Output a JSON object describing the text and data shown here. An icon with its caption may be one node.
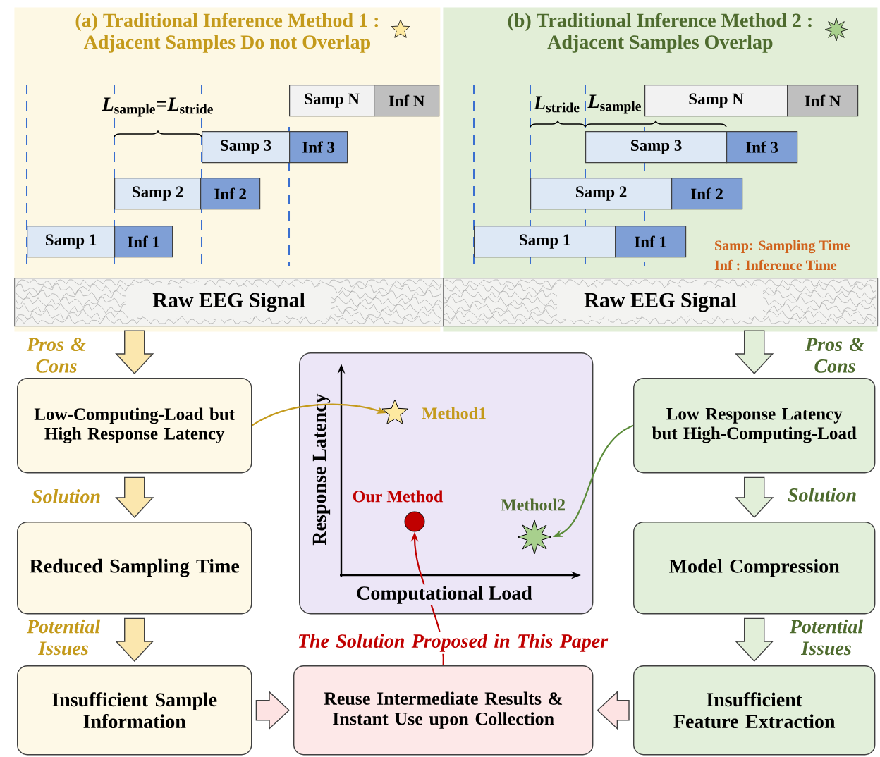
{
  "diagram": {
    "nodes": [
      {
        "text": [
          "(a) Traditional Inference Method 1 : Adjacent Samples Do not Overlap"
        ]
      },
      {
        "text": [
          "Samp N"
        ],
        "in": 0
      },
      {
        "text": [
          "Inf N"
        ],
        "in": 0
      },
      {
        "text": [
          "Samp 3"
        ],
        "in": 0
      },
      {
        "text": [
          "Inf 3"
        ],
        "in": 0
      },
      {
        "text": [
          "Samp 2"
        ],
        "in": 0
      },
      {
        "text": [
          "Inf 2"
        ],
        "in": 0
      },
      {
        "text": [
          "Samp 1"
        ],
        "in": 0
      },
      {
        "text": [
          "Inf 1"
        ],
        "in": 0
      },
      {
        "text": [
          "Raw EEG Signal"
        ],
        "in": 0
      },
      {
        "text": [
          "(b) Traditional Inference Method 2 : Adjacent Samples Overlap"
        ]
      },
      {
        "text": [
          "Samp N"
        ],
        "in": 10
      },
      {
        "text": [
          "Inf N"
        ],
        "in": 10
      },
      {
        "text": [
          "Samp 3"
        ],
        "in": 10
      },
      {
        "text": [
          "Inf 3"
        ],
        "in": 10
      },
      {
        "text": [
          "Samp 2"
        ],
        "in": 10
      },
      {
        "text": [
          "Inf 2"
        ],
        "in": 10
      },
      {
        "text": [
          "Samp 1"
        ],
        "in": 10
      },
      {
        "text": [
          "Inf 1"
        ],
        "in": 10
      },
      {
        "text": [
          "Raw EEG Signal"
        ],
        "in": 10
      },
      {
        "text": [
          "Low-Computing-Load but High Response Latency"
        ]
      },
      {
        "text": [],
        "shape": "box"
      },
      {
        "text": [],
        "shape": "star",
        "in": 21,
        "beside": [
          "Method1"
        ]
      },
      {
        "text": [],
        "shape": "circle",
        "in": 21,
        "beside": [
          "Our Method"
        ]
      },
      {
        "text": [],
        "shape": "star",
        "in": 21,
        "beside": [
          "Method2"
        ]
      },
      {
        "text": [
          "Low Response Latency but High-Computing-Load"
        ]
      },
      {
        "text": [
          "Reduced Sampling Time"
        ]
      },
      {
        "text": [
          "Model Compression"
        ]
      },
      {
        "text": [
          "Insufficient Sample Information"
        ]
      },
      {
        "text": [
          "Reuse Intermediate Results & Instant Use upon Collection"
        ]
      },
      {
        "text": [
          "Insufficient Feature Extraction"
        ]
      }
    ],
    "edges": [
      {
        "from": 9,
        "to": 20,
        "arrow": "to",
        "label": "Pros & Cons",
        "color": "#fbe7ae"
      },
      {
        "from": 20,
        "to": 26,
        "arrow": "to",
        "label": "Solution",
        "color": "#fbe7ae"
      },
      {
        "from": 26,
        "to": 28,
        "arrow": "to",
        "label": "Potential Issues",
        "color": "#fbe7ae"
      },
      {
        "from": 28,
        "to": 29,
        "arrow": "to",
        "color": "#fde3e3"
      },
      {
        "from": 19,
        "to": 25,
        "arrow": "to",
        "label": "Pros & Cons",
        "color": "#e2efd9"
      },
      {
        "from": 25,
        "to": 27,
        "arrow": "to",
        "label": "Solution",
        "color": "#e2efd9"
      },
      {
        "from": 27,
        "to": 30,
        "arrow": "to",
        "label": "Potential Issues",
        "color": "#e2efd9"
      },
      {
        "from": 30,
        "to": 29,
        "arrow": "to",
        "color": "#fde3e3"
      },
      {
        "from": 20,
        "to": 22,
        "arrow": "to",
        "color": "#c49a1b"
      },
      {
        "from": 25,
        "to": 24,
        "arrow": "to",
        "color": "#5b8c3a"
      },
      {
        "from": 29,
        "to": 23,
        "arrow": "to",
        "label": "The Solution Proposed in This Paper",
        "color": "#c00000"
      }
    ],
    "labels": [
      "*L*$_{sample}$=*L*$_{stride}$",
      "*L*$_{stride}$",
      "*L*$_{sample}$",
      "Samp: Sampling Time",
      "Inf : Inference Time",
      "Response Latency",
      "Computational Load"
    ]
  }
}
